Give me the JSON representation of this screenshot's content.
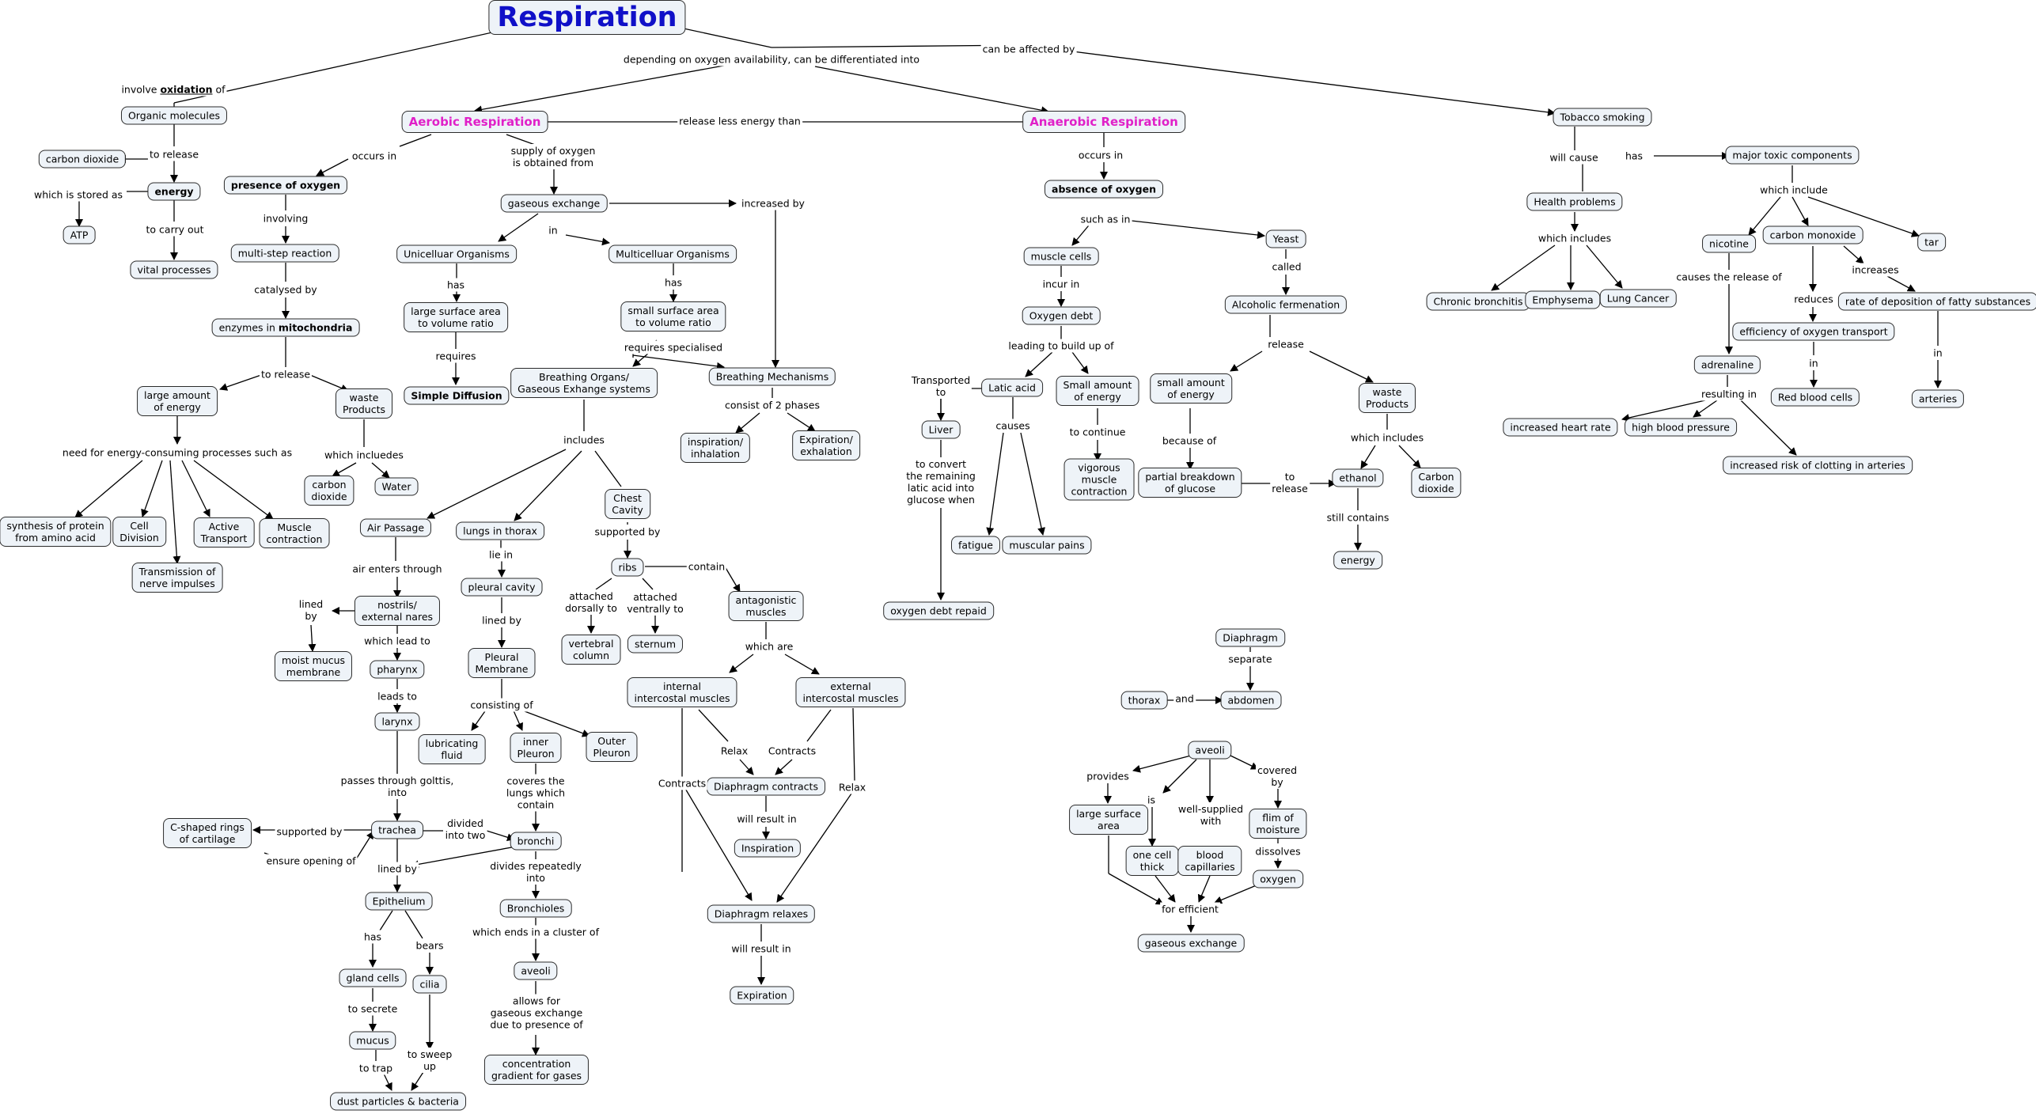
{
  "title": "Respiration",
  "nodes": {
    "respiration": "Respiration",
    "aerobic": "Aerobic Respiration",
    "anaerobic": "Anaerobic Respiration",
    "tobacco": "Tobacco smoking",
    "organic": "Organic molecules",
    "co2": "carbon dioxide",
    "energy": "energy",
    "atp": "ATP",
    "vital": "vital processes",
    "presence": "presence of oxygen",
    "multistep": "multi-step reaction",
    "enzymes_a": "enzymes in ",
    "enzymes_b": "mitochondria",
    "large_energy": "large amount\nof energy",
    "waste": "waste\nProducts",
    "carbon_dioxide2": "carbon\ndioxide",
    "water": "Water",
    "synthesis": "synthesis of protein\nfrom amino acid",
    "cell_div": "Cell\nDivision",
    "active": "Active\nTransport",
    "muscle_con": "Muscle\ncontraction",
    "transmission": "Transmission of\nnerve impulses",
    "gas_ex": "gaseous exchange",
    "unicell": "Unicelluar Organisms",
    "multicell": "Multicelluar Organisms",
    "large_sa": "large surface area\nto volume ratio",
    "small_sa": "small surface area\nto volume ratio",
    "simple_diff": "Simple Diffusion",
    "breath_org": "Breathing Organs/\nGaseous Exhange systems",
    "breath_mech": "Breathing Mechanisms",
    "inspiration_inh": "inspiration/\ninhalation",
    "expiration_exh": "Expiration/\nexhalation",
    "air_passage": "Air Passage",
    "lungs": "lungs in thorax",
    "chest": "Chest\nCavity",
    "nostrils": "nostrils/\nexternal nares",
    "moist": "moist mucus\nmembrane",
    "pharynx": "pharynx",
    "larynx": "larynx",
    "trachea": "trachea",
    "cshaped": "C-shaped rings\nof cartilage",
    "bronchi": "bronchi",
    "epithelium": "Epithelium",
    "gland": "gland cells",
    "cilia": "cilia",
    "mucus": "mucus",
    "dust": "dust particles & bacteria",
    "bronchioles": "Bronchioles",
    "aveoli1": "aveoli",
    "conc": "concentration\ngradient for gases",
    "pleural_cav": "pleural cavity",
    "pleural_mem": "Pleural\nMembrane",
    "lubricating": "lubricating\nfluid",
    "inner": "inner\nPleuron",
    "outer": "Outer\nPleuron",
    "ribs": "ribs",
    "vertebral": "vertebral\ncolumn",
    "sternum": "sternum",
    "antagonistic": "antagonistic\nmuscles",
    "internal": "internal\nintercostal muscles",
    "external": "external\nintercostal muscles",
    "diaph_con": "Diaphragm contracts",
    "inspiration": "Inspiration",
    "diaph_rel": "Diaphragm relaxes",
    "expiration": "Expiration",
    "absence": "absence of oxygen",
    "muscle_cells": "muscle cells",
    "yeast": "Yeast",
    "oxygen_debt": "Oxygen debt",
    "alcoholic": "Alcoholic fermenation",
    "latic": "Latic acid",
    "small_energy": "Small amount\nof energy",
    "small_energy2": "small amount\nof energy",
    "waste2": "waste\nProducts",
    "liver": "Liver",
    "fatigue": "fatigue",
    "muscular": "muscular pains",
    "vigorous": "vigorous\nmuscle\ncontraction",
    "partial": "partial breakdown\nof glucose",
    "ethanol": "ethanol",
    "carbon_dioxide3": "Carbon\ndioxide",
    "energy3": "energy",
    "oxygen_repaid": "oxygen debt repaid",
    "health": "Health problems",
    "bronchitis": "Chronic bronchitis",
    "emphysema": "Emphysema",
    "lung_cancer": "Lung Cancer",
    "major": "major toxic components",
    "nicotine": "nicotine",
    "carbon_mon": "carbon monoxide",
    "tar": "tar",
    "adrenaline": "adrenaline",
    "efficiency": "efficiency of oxygen transport",
    "rate": "rate of deposition of fatty substances",
    "red_blood": "Red blood cells",
    "arteries": "arteries",
    "heart_rate": "increased heart rate",
    "high_bp": "high blood pressure",
    "clotting": "increased risk of clotting in arteries",
    "diaphragm": "Diaphragm",
    "thorax": "thorax",
    "abdomen": "abdomen",
    "aveoli2": "aveoli",
    "large_sa2": "large surface\narea",
    "one_cell": "one cell\nthick",
    "blood_cap": "blood\ncapillaries",
    "film": "flim of\nmoisture",
    "oxygen": "oxygen",
    "gas_ex2": "gaseous exchange"
  },
  "labels": {
    "involve_a": "involve ",
    "involve_b": "oxidation",
    "involve_c": " of",
    "depending": "depending on oxygen availability, can be differentiated into",
    "affected": "can be affected by",
    "release_less": "release less energy than",
    "to_release1": "to release",
    "stored": "which is stored as",
    "carry_out": "to carry out",
    "occurs1": "occurs in",
    "supply": "supply of oxygen\nis obtained from",
    "involving": "involving",
    "catalysed": "catalysed by",
    "to_release2": "to release",
    "need": "need for energy-consuming processes such as",
    "which_includes1": "which incluedes",
    "increased_by": "increased by",
    "in1": "in",
    "has1": "has",
    "has2": "has",
    "requires": "requires",
    "req_spec": "requires specialised",
    "consist": "consist of 2 phases",
    "includes": "includes",
    "air_enters": "air enters through",
    "lined_by1": "lined\nby",
    "which_lead": "which lead to",
    "leads_to": "leads to",
    "passes": "passes through golttis,\ninto",
    "supported1": "supported by",
    "ensure": "ensure opening of",
    "divided": "divided\ninto two",
    "lined_by2": "lined by",
    "has3": "has",
    "bears": "bears",
    "to_secrete": "to secrete",
    "to_trap": "to trap",
    "to_sweep": "to sweep\nup",
    "divides": "divides repeatedly\ninto",
    "which_ends": "which ends in a cluster of",
    "allows": "allows for\ngaseous exchange\ndue to presence of",
    "lie_in": "lie in",
    "lined_by3": "lined by",
    "consisting": "consisting of",
    "coveres": "coveres the\nlungs which\ncontain",
    "supported2": "supported by",
    "contain": "contain",
    "att_dorsally": "attached\ndorsally to",
    "att_ventrally": "attached\nventrally to",
    "which_are": "which are",
    "contracts1": "Contracts",
    "relax1": "Relax",
    "contracts2": "Contracts",
    "relax2": "Relax",
    "will_result1": "will result in",
    "will_result2": "will result in",
    "occurs2": "occurs in",
    "such_as": "such as in",
    "incur": "incur in",
    "called": "called",
    "leading": "leading to build up of",
    "release": "release",
    "transported": "Transported\nto",
    "causes": "causes",
    "to_continue": "to continue",
    "to_convert": "to convert\nthe remaining\nlatic acid into\nglucose when",
    "because": "because of",
    "to_release3": "to\nrelease",
    "which_includes2": "which includes",
    "still": "still contains",
    "will_cause": "will cause",
    "has4": "has",
    "which_includes3": "which includes",
    "which_include": "which include",
    "causes_release": "causes the release of",
    "reduces": "reduces",
    "increases": "increases",
    "in2": "in",
    "in3": "in",
    "resulting": "resulting in",
    "separate": "separate",
    "and": "and",
    "provides": "provides",
    "is": "is",
    "well_supplied": "well-supplied\nwith",
    "covered": "covered\nby",
    "dissolves": "dissolves",
    "for_efficient": "for efficient"
  }
}
